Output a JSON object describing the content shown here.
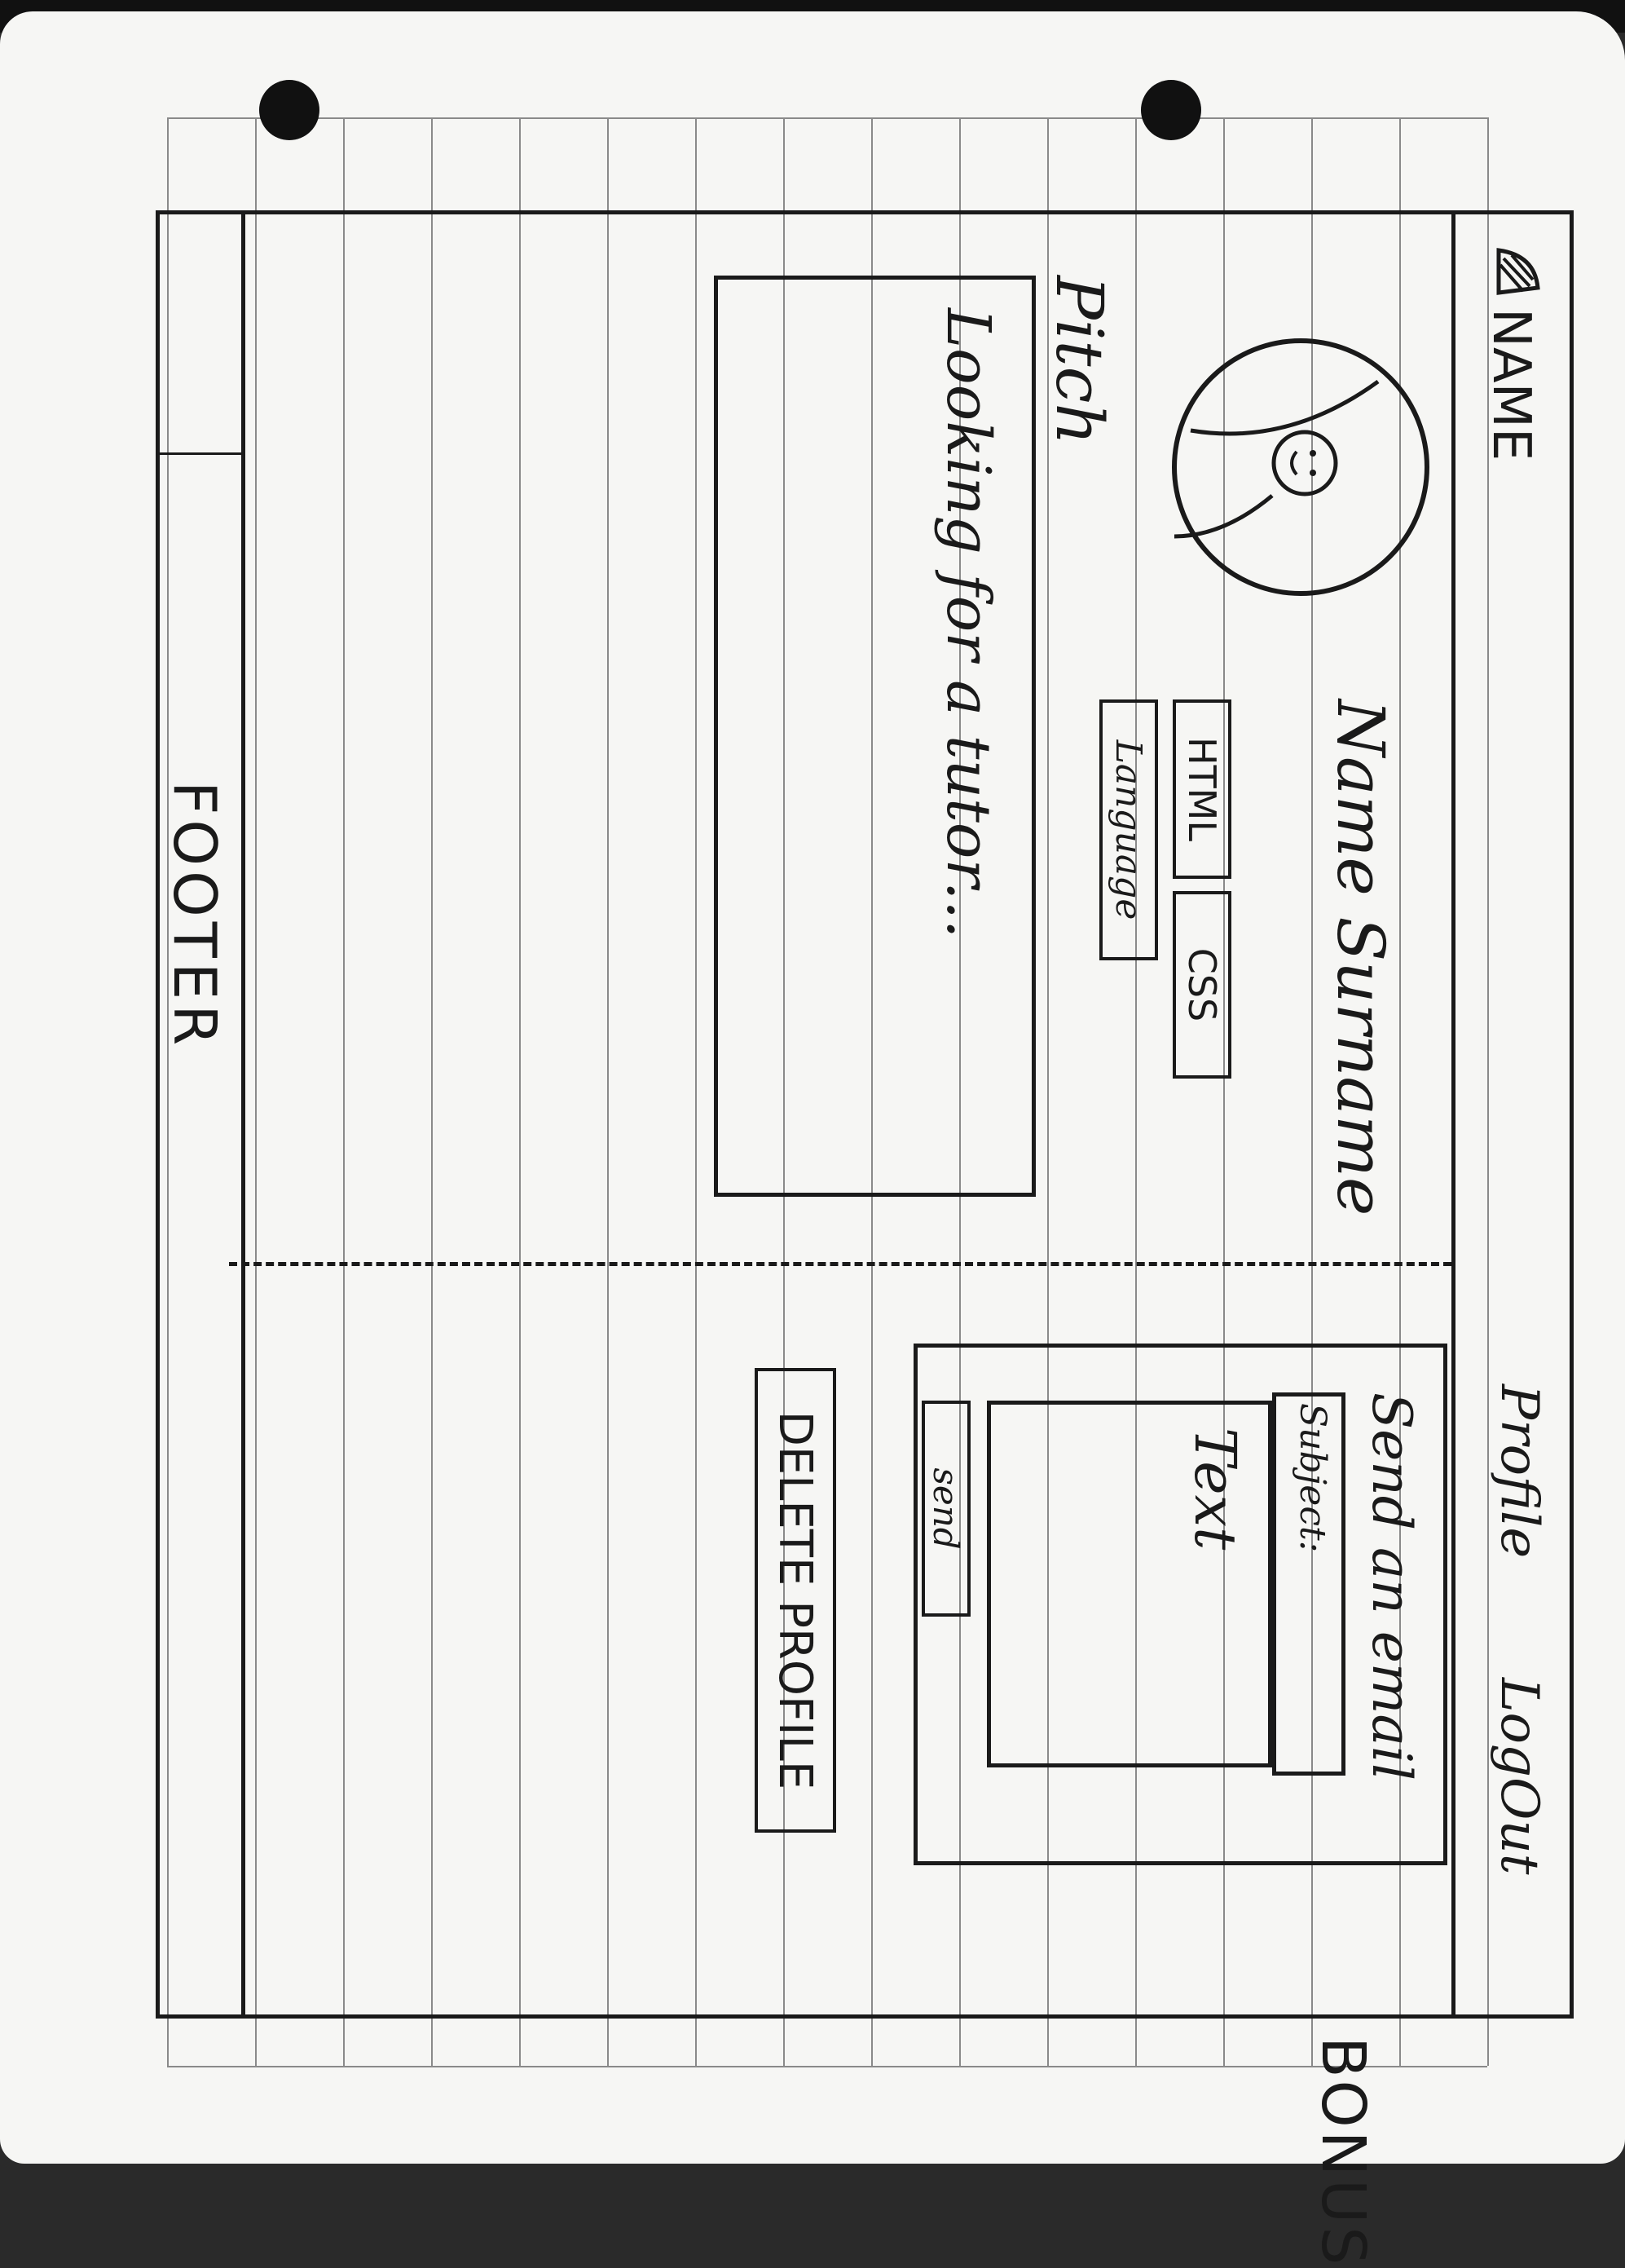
{
  "sketch": {
    "title": "MENTEE PROFILE (FOR ADMIN).",
    "header": {
      "logo_name": "NAME",
      "nav": [
        "Profile",
        "LogOut"
      ]
    },
    "profile": {
      "full_name": "Name Surname",
      "skills": [
        "HTML",
        "CSS",
        "Language"
      ],
      "pitch_label": "Pitch",
      "pitch_text": "Looking for a tutor..."
    },
    "email_panel": {
      "title": "Send an email",
      "subject_label": "Subject:",
      "body_label": "Text",
      "send_label": "send"
    },
    "delete_label": "DELETE PROFILE",
    "bonus_label": "BONUS",
    "footer_label": "FOOTER"
  }
}
